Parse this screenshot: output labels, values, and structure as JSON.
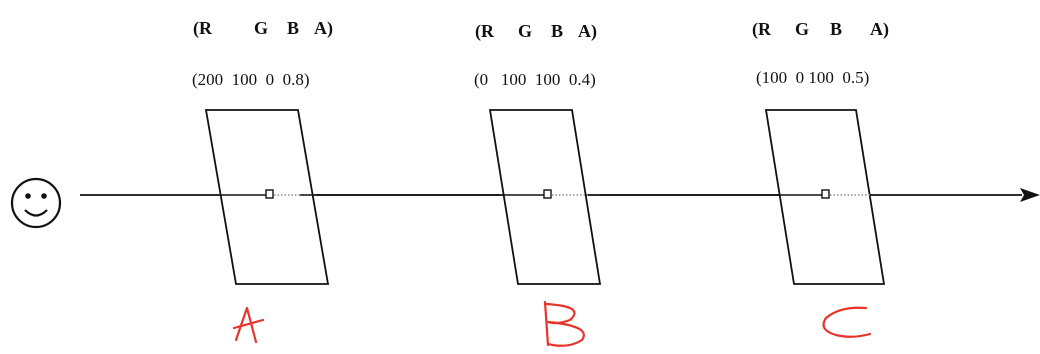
{
  "planes": [
    {
      "name": "A",
      "header": {
        "r": "(R",
        "g": "G",
        "b": "B",
        "a": "A)"
      },
      "values": "(200  100  0  0.8)",
      "label": "A"
    },
    {
      "name": "B",
      "header": {
        "r": "(R",
        "g": "G",
        "b": "B",
        "a": "A)"
      },
      "values": "(0   100  100  0.4)",
      "label": "B"
    },
    {
      "name": "C",
      "header": {
        "r": "(R",
        "g": "G",
        "b": "B",
        "a": "A)"
      },
      "values": "(100  0 100  0.5)",
      "label": "C"
    }
  ],
  "colors": {
    "ink": "#111111",
    "label_red": "#e8342a"
  },
  "icons": {
    "viewer": "smiley-face-icon",
    "direction": "arrowhead-icon"
  }
}
